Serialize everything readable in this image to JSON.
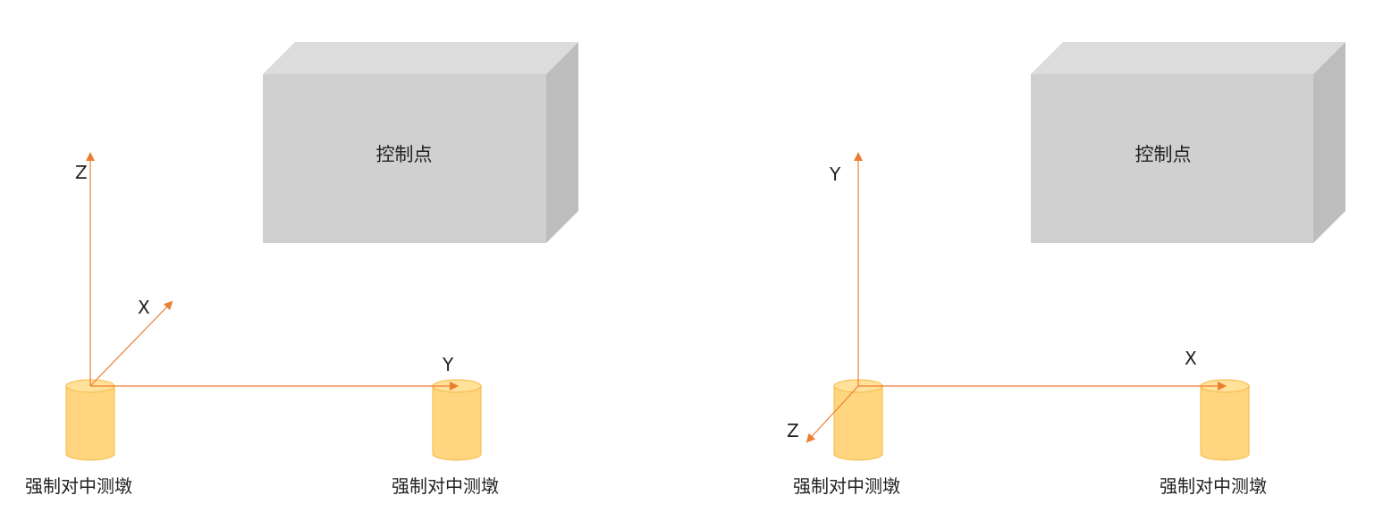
{
  "colors": {
    "axis": "#ED7D31",
    "pier_fill": "#FFD580",
    "pier_top": "#FFE199",
    "pier_stroke": "#F5B942",
    "box_front": "#D0D0D0",
    "box_top": "#DCDCDC",
    "box_side": "#BDBDBD",
    "text": "#222222"
  },
  "left_panel": {
    "control_point_label": "控制点",
    "axis_labels": {
      "vertical": "Z",
      "diagonal": "X",
      "horizontal": "Y"
    },
    "pier_labels": [
      "强制对中测墩",
      "强制对中测墩"
    ]
  },
  "right_panel": {
    "control_point_label": "控制点",
    "axis_labels": {
      "vertical": "Y",
      "diagonal": "Z",
      "horizontal": "X"
    },
    "pier_labels": [
      "强制对中测墩",
      "强制对中测墩"
    ]
  }
}
